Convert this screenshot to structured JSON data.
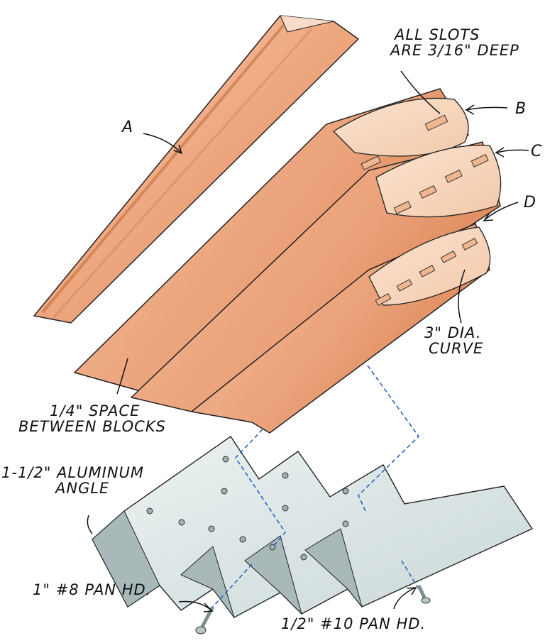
{
  "diagram": {
    "type": "exploded assembly illustration",
    "colors": {
      "wood_light": "#f6cdb0",
      "wood_mid": "#eea67e",
      "wood_dark": "#d9804f",
      "aluminum": "#dfe8e8",
      "aluminum_dark": "#9fb0b0",
      "hidden_line": "#2a5fc4",
      "ink": "#111111"
    },
    "parts": {
      "a": "A",
      "b": "B",
      "c": "C",
      "d": "D"
    },
    "labels": {
      "slots_line1": "ALL SLOTS",
      "slots_line2": "ARE 3/16\" DEEP",
      "curve_line1": "3\" DIA.",
      "curve_line2": "CURVE",
      "space_line1": "1/4\" SPACE",
      "space_line2": "BETWEEN BLOCKS",
      "angle_line1": "1-1/2\" ALUMINUM",
      "angle_line2": "ANGLE",
      "screw1": "1\" #8 PAN HD.",
      "screw2": "1/2\" #10 PAN HD."
    }
  }
}
